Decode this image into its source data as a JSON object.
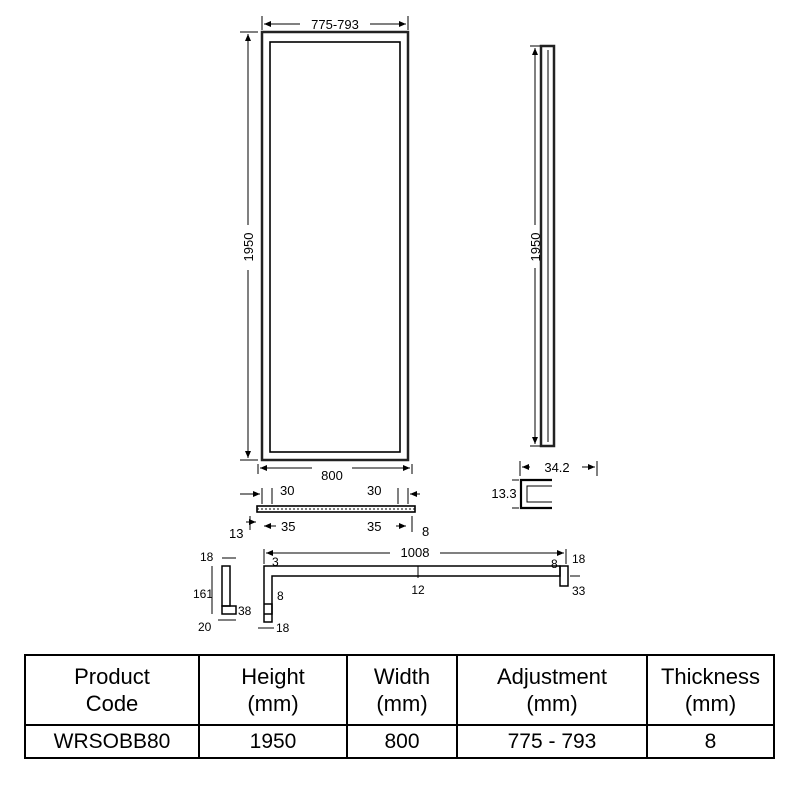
{
  "drawing": {
    "front_width": "775-793",
    "front_height": "1950",
    "bottom_width": "800",
    "side_height": "1950",
    "profile_width": "34.2",
    "profile_depth": "13.3",
    "plan_left_30": "30",
    "plan_right_30": "30",
    "plan_left_13": "13",
    "plan_left_35": "35",
    "plan_right_35": "35",
    "plan_right_8": "8",
    "bar_length": "1008",
    "bar_3": "3",
    "bar_8": "8",
    "bar_18": "18",
    "bar_33": "33",
    "bar_12": "12",
    "bar_left_8": "8",
    "bar_left_18": "18",
    "bracket_18": "18",
    "bracket_161": "161",
    "bracket_38": "38",
    "bracket_20": "20"
  },
  "table": {
    "headers": [
      [
        "Product",
        "Code"
      ],
      [
        "Height",
        "(mm)"
      ],
      [
        "Width",
        "(mm)"
      ],
      [
        "Adjustment",
        "(mm)"
      ],
      [
        "Thickness",
        "(mm)"
      ]
    ],
    "row": [
      "WRSOBB80",
      "1950",
      "800",
      "775 - 793",
      "8"
    ]
  }
}
